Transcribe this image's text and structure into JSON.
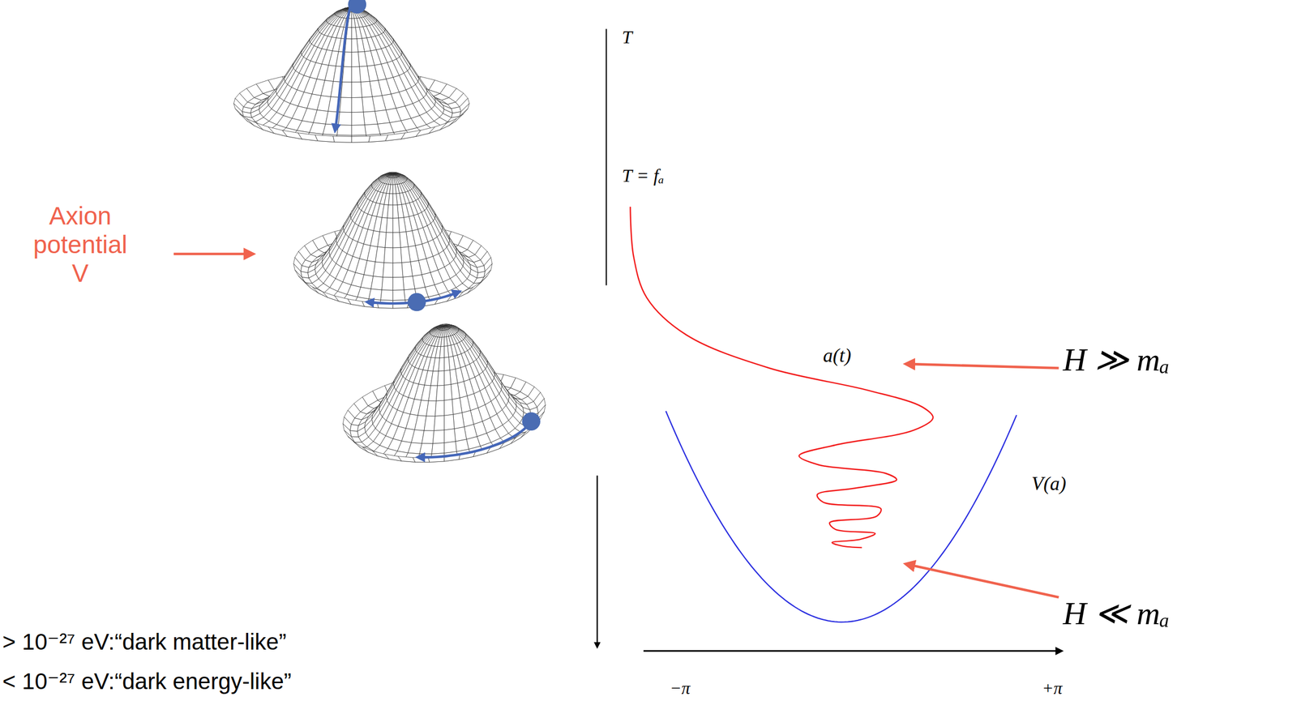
{
  "diagram": {
    "labels": [
      "Axion potential V",
      "T",
      "T = fₐ",
      "H ≫ mₐ",
      "a(t)",
      "V(a)",
      "H ≪ mₐ",
      "> 10⁻²⁷ eV:“dark matter-like”",
      "< 10⁻²⁷ eV:“dark energy-like”",
      "−π",
      "+π"
    ]
  }
}
